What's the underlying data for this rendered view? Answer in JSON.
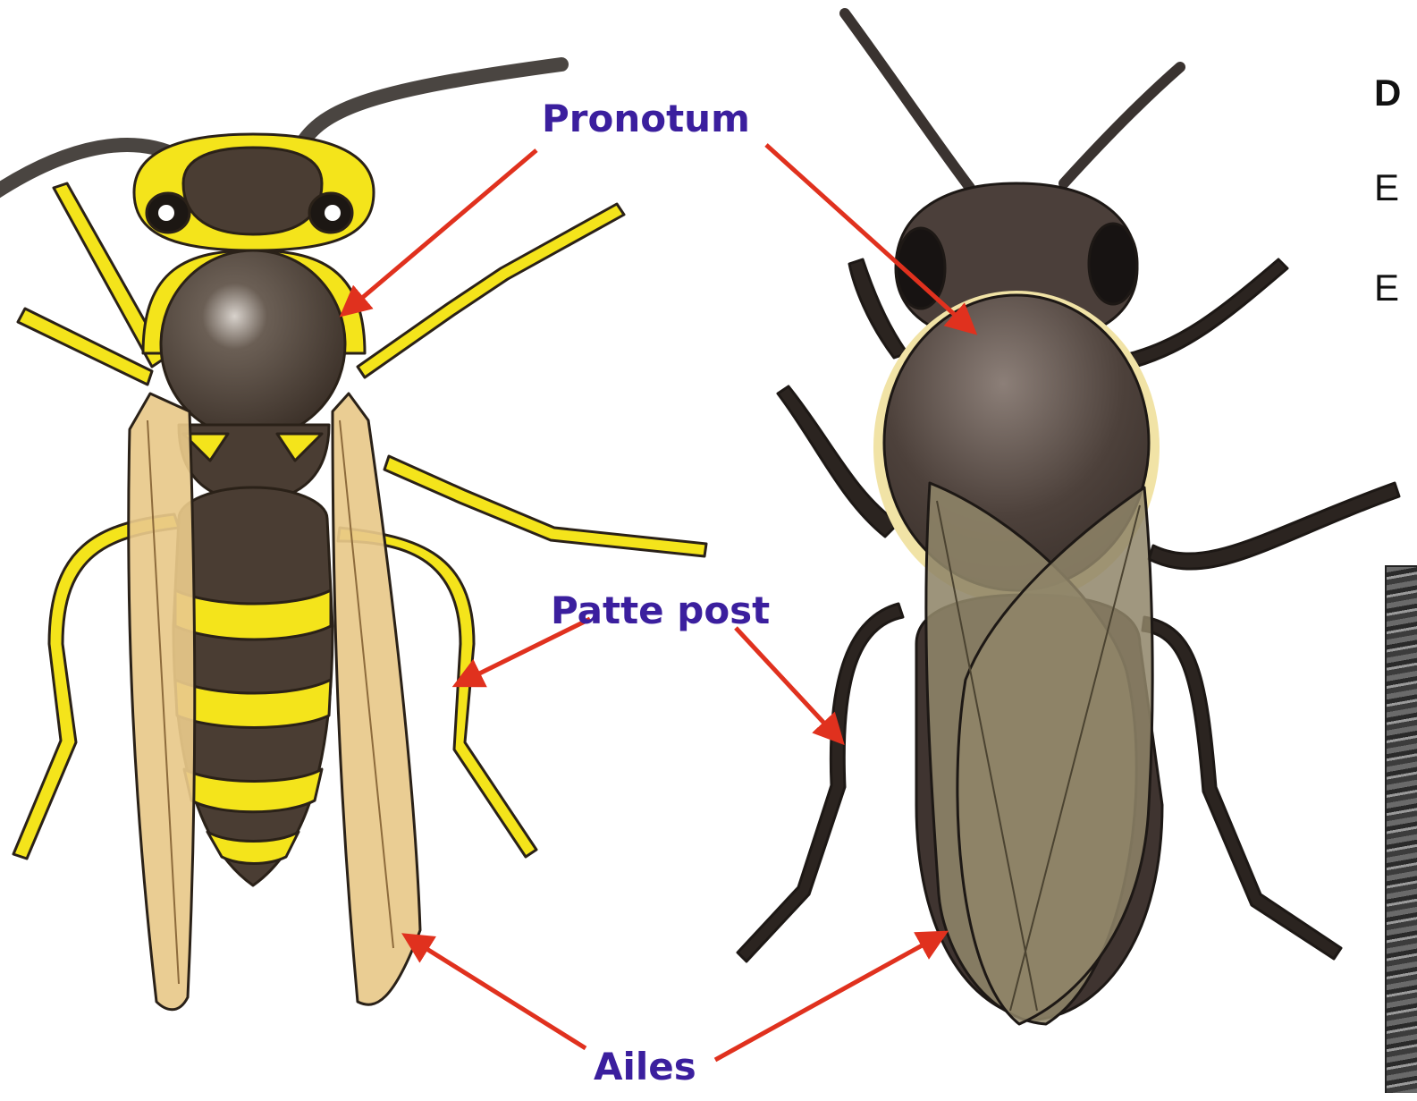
{
  "labels": {
    "pronotum": "Pronotum",
    "patte_post": "Patte post",
    "ailes": "Ailes"
  },
  "side_text": {
    "line1": "D",
    "line2": "E",
    "line3": "E"
  },
  "colors": {
    "label_text": "#3b1f9e",
    "arrow": "#e0311e",
    "wasp_yellow": "#f4e41b",
    "wasp_body": "#4a3d33",
    "wasp_wing": "#e8c98a",
    "bee_body": "#4b3f3a",
    "bee_leg": "#2b2420",
    "bee_wing": "#8f8569",
    "bee_hair": "#f1e3a6"
  },
  "icons": {
    "left_figure": "wasp-illustration",
    "right_figure": "bee-illustration",
    "photo": "insect-photo-crop"
  }
}
